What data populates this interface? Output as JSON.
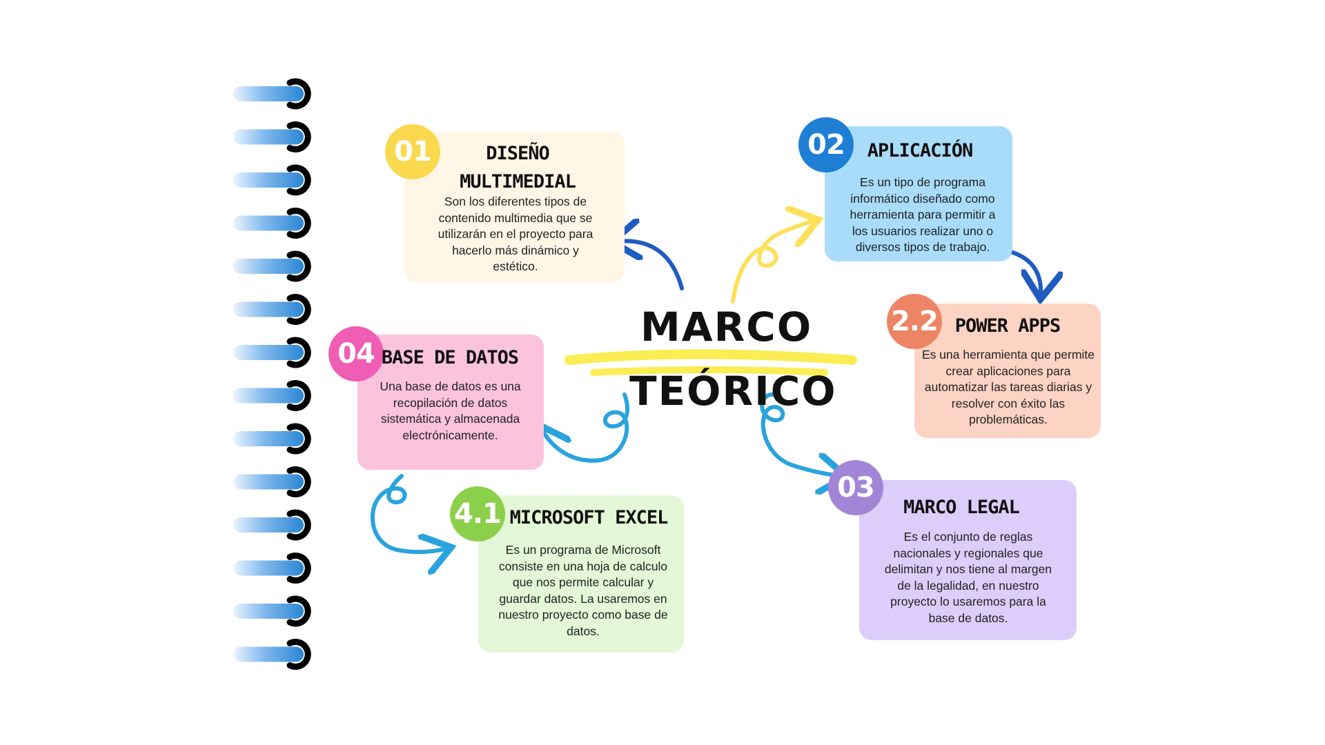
{
  "title": {
    "line1": "MARCO",
    "line2": "TEÓRICO"
  },
  "nodes": [
    {
      "id": "diseno",
      "number": "01",
      "title": "DISEÑO MULTIMEDIAL",
      "text": "Son los diferentes tipos de contenido multimedia que se utilizarán en el proyecto para hacerlo más dinámico y estético.",
      "badge_color": "#fbd94f",
      "card_color": "#fff6e6"
    },
    {
      "id": "aplicacion",
      "number": "02",
      "title": "APLICACIÓN",
      "text": "Es un tipo de programa informático diseñado como herramienta para permitir a los usuarios realizar uno o diversos tipos de trabajo.",
      "badge_color": "#1e7fd4",
      "card_color": "#a9dcfb"
    },
    {
      "id": "powerapps",
      "number": "2.2",
      "title": "POWER APPS",
      "text": "Es una herramienta que permite crear aplicaciones para automatizar las tareas diarias y resolver con éxito las problemáticas.",
      "badge_color": "#ee8466",
      "card_color": "#fdd3c4"
    },
    {
      "id": "basedatos",
      "number": "04",
      "title": "BASE DE DATOS",
      "text": "Una base de datos es una recopilación de datos sistemática y almacenada electrónicamente.",
      "badge_color": "#f05db5",
      "card_color": "#fcc3dd"
    },
    {
      "id": "excel",
      "number": "4.1",
      "title": "MICROSOFT EXCEL",
      "text": "Es un programa de Microsoft consiste en una hoja de calculo que nos permite calcular y guardar datos. La usaremos en nuestro proyecto como base de datos.",
      "badge_color": "#8ccf4a",
      "card_color": "#e2f8d6"
    },
    {
      "id": "marcolegal",
      "number": "03",
      "title": "MARCO LEGAL",
      "text": "Es el conjunto de reglas nacionales y regionales que delimitan y nos tiene al margen de la legalidad, en nuestro proyecto lo usaremos para la base de datos.",
      "badge_color": "#a385d8",
      "card_color": "#dccdfb"
    }
  ],
  "colors": {
    "arrow_blue": "#29a3de",
    "arrow_dark_blue": "#1f5bc1",
    "arrow_yellow": "#fde05a",
    "highlight_yellow": "#fbec4a",
    "ring_blue": "#2b86d4"
  }
}
